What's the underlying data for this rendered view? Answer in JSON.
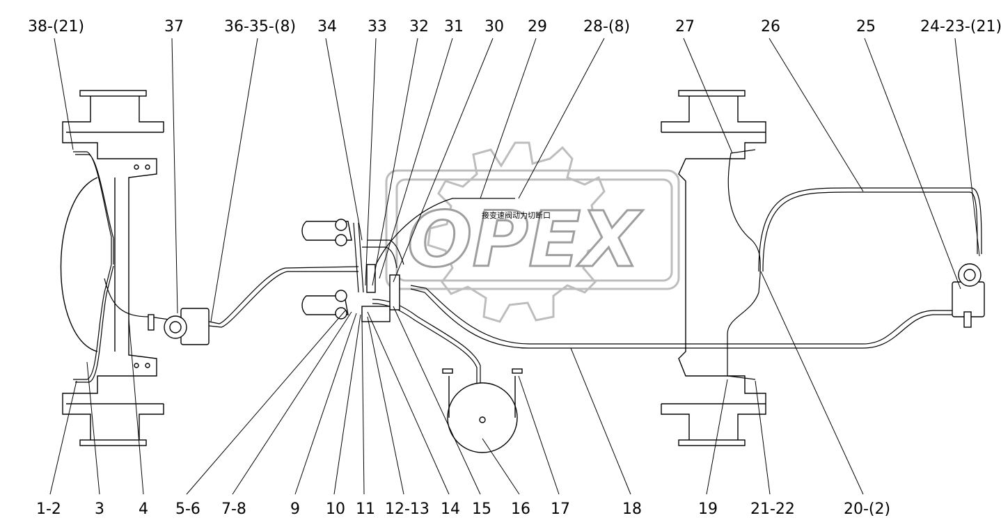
{
  "watermark": {
    "text": "OPEX",
    "color": "#d9d9d9"
  },
  "note_text": "接变速阀动力切断口",
  "callouts_top": [
    "38-(21)",
    "37",
    "36-35-(8)",
    "34",
    "33",
    "32",
    "31",
    "30",
    "29",
    "28-(8)",
    "27",
    "26",
    "25",
    "24-23-(21)"
  ],
  "callouts_bottom": [
    "1-2",
    "3",
    "4",
    "5-6",
    "7-8",
    "9",
    "10",
    "11",
    "12-13",
    "14",
    "15",
    "16",
    "17",
    "18",
    "19",
    "21-22",
    "20-(2)"
  ]
}
